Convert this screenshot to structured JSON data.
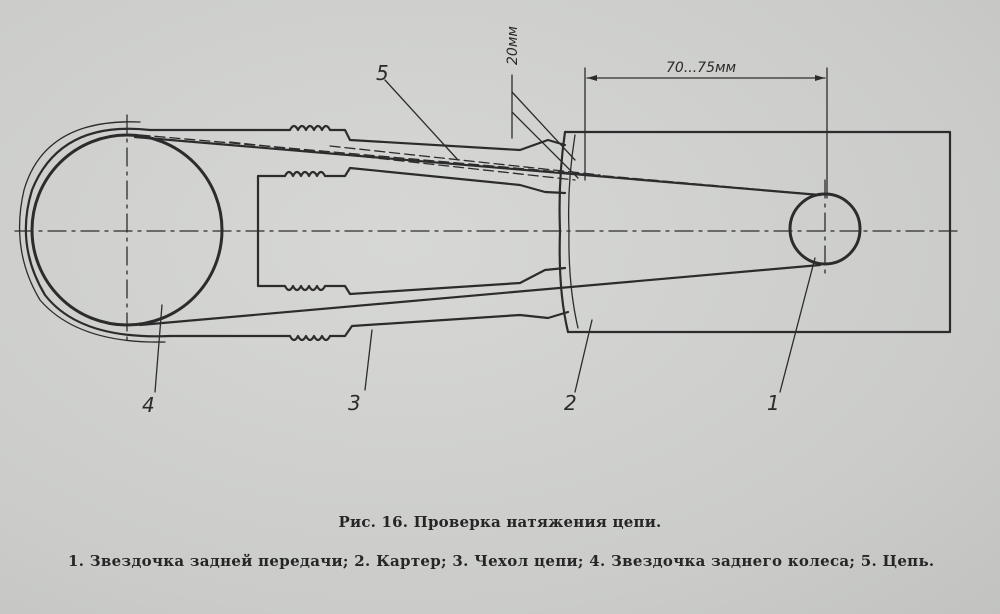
{
  "figure": {
    "caption": "Рис. 16. Проверка натяжения цепи.",
    "legend": "1. Звездочка задней передачи; 2. Картер; 3. Чехол цепи;  4. Звездочка заднего колеса; 5. Цепь."
  },
  "dimensions": {
    "horizontal": "70...75мм",
    "vertical": "20мм"
  },
  "callouts": {
    "c1": "1",
    "c2": "2",
    "c3": "3",
    "c4": "4",
    "c5": "5"
  }
}
